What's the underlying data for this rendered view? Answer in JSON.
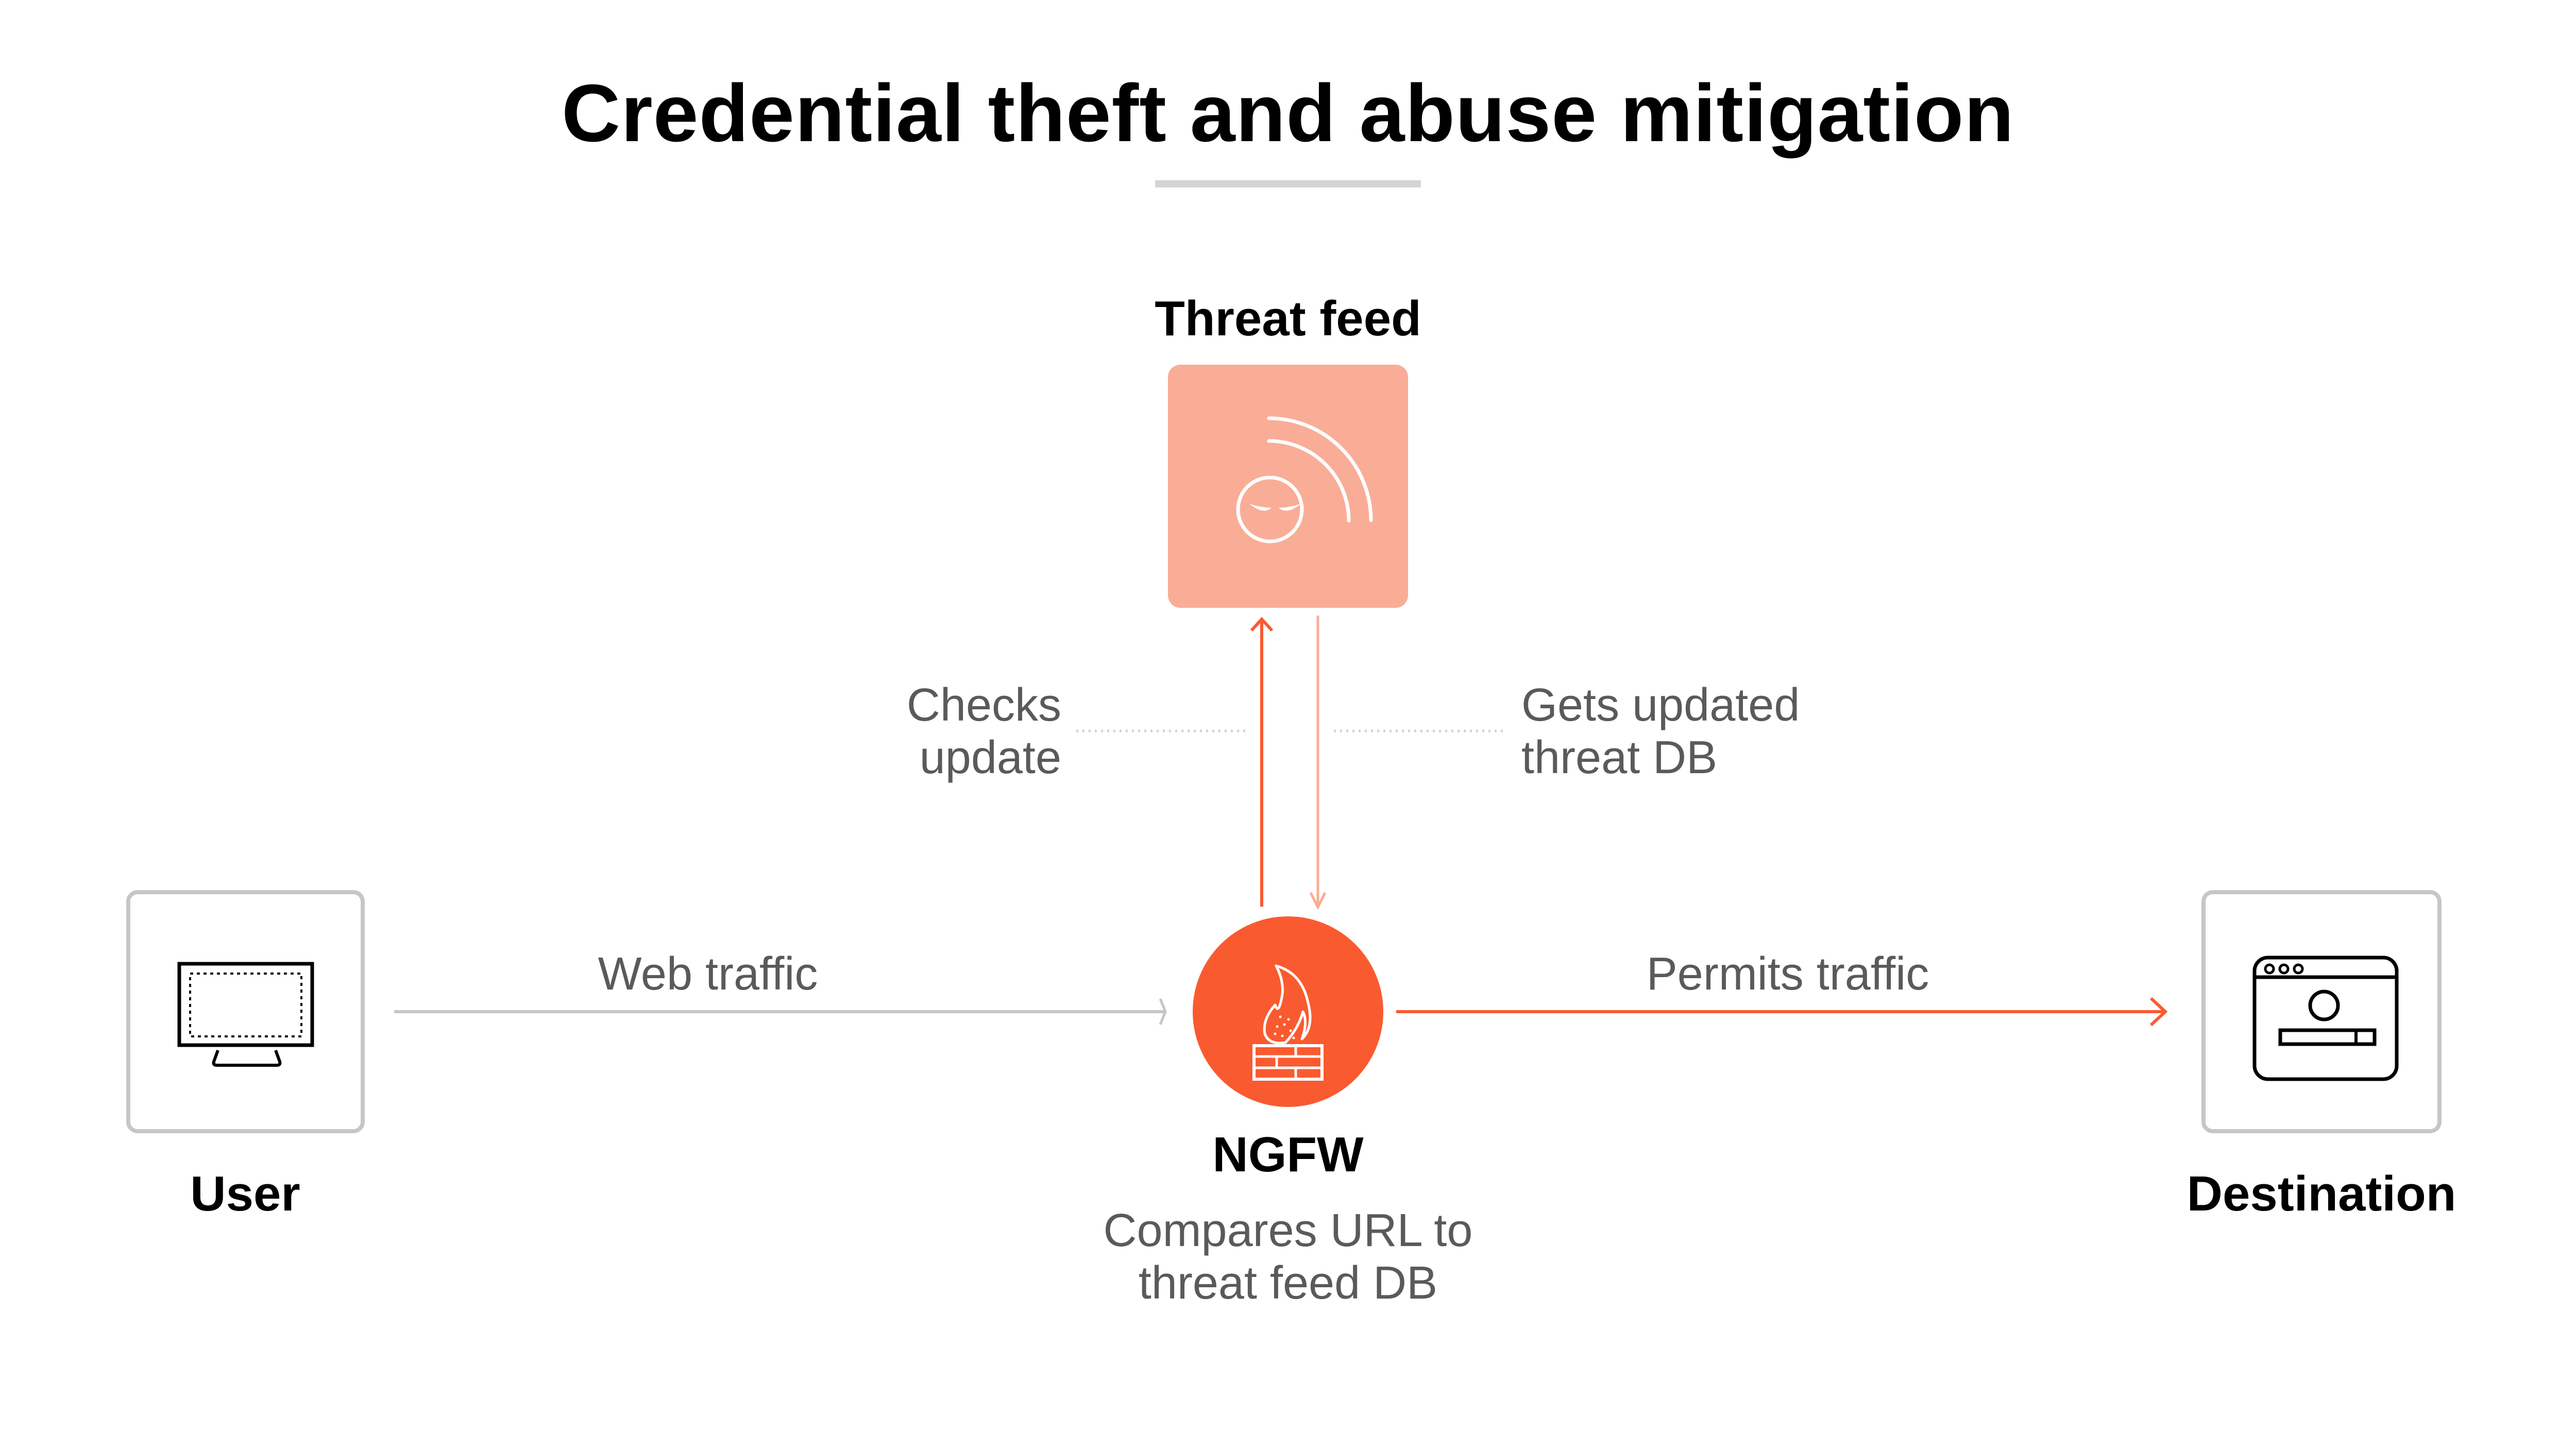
{
  "title": "Credential theft and abuse mitigation",
  "colors": {
    "accent": "#fa5a30",
    "accent_light": "#f9ad96",
    "neutral_line": "#c6c6c6",
    "text_primary": "#000000",
    "text_secondary": "#5a5a5a"
  },
  "nodes": {
    "threat_feed": {
      "label": "Threat feed",
      "icon": "threat-feed-icon"
    },
    "user": {
      "label": "User",
      "icon": "monitor-icon"
    },
    "ngfw": {
      "label": "NGFW",
      "icon": "firewall-icon",
      "description_line1": "Compares URL to",
      "description_line2": "threat feed DB"
    },
    "destination": {
      "label": "Destination",
      "icon": "browser-window-icon"
    }
  },
  "edges": {
    "checks_update": {
      "line1": "Checks",
      "line2": "update",
      "from": "NGFW",
      "to": "Threat feed"
    },
    "gets_updated": {
      "line1": "Gets updated",
      "line2": "threat DB",
      "from": "Threat feed",
      "to": "NGFW"
    },
    "web_traffic": {
      "label": "Web traffic",
      "from": "User",
      "to": "NGFW"
    },
    "permits_traffic": {
      "label": "Permits traffic",
      "from": "NGFW",
      "to": "Destination"
    }
  }
}
